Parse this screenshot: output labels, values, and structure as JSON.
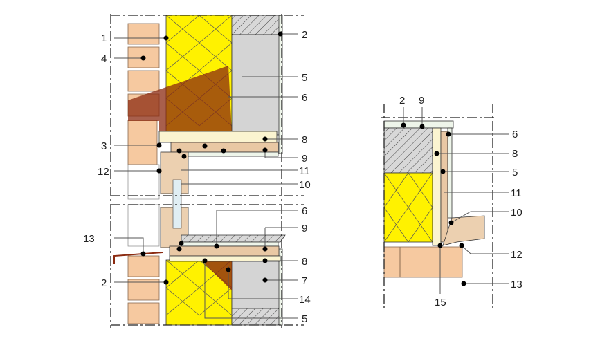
{
  "left_detail": {
    "labels": [
      "1",
      "2",
      "4",
      "5",
      "6",
      "3",
      "8",
      "9",
      "12",
      "11",
      "10",
      "6",
      "9",
      "13",
      "8",
      "2",
      "7",
      "14",
      "5"
    ]
  },
  "right_detail": {
    "labels": [
      "2",
      "9",
      "6",
      "8",
      "5",
      "11",
      "10",
      "12",
      "13",
      "15"
    ]
  },
  "colors": {
    "insulation": "#fff200",
    "brick": "#f6c9a0",
    "concrete": "#d4d4d4",
    "shadow": "#8b2a10"
  }
}
